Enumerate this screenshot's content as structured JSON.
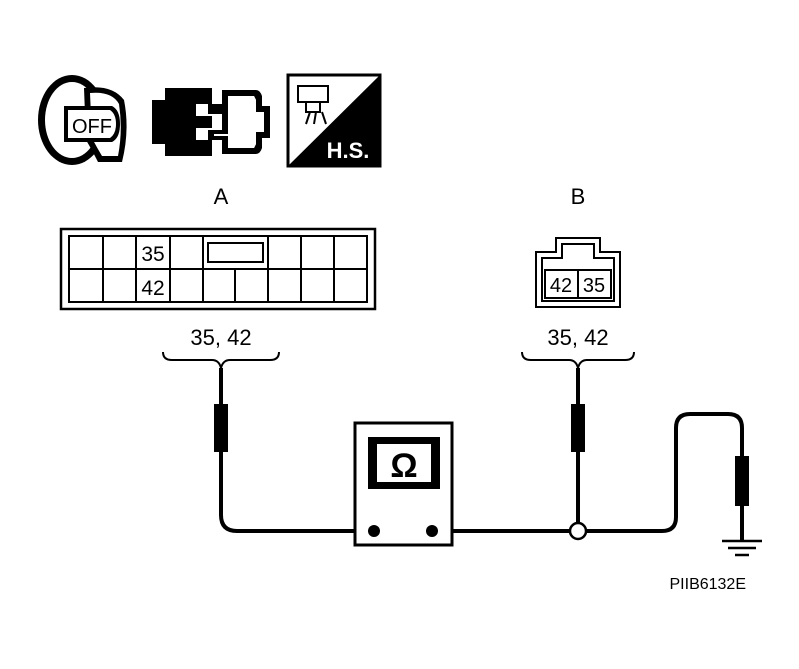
{
  "icons": {
    "ignition": {
      "name": "ignition-key-icon",
      "text": "OFF"
    },
    "connector": {
      "name": "disconnect-connector-icon"
    },
    "harness_side": {
      "name": "harness-side-icon",
      "text": "H.S."
    }
  },
  "connector_a": {
    "letter": "A",
    "pin_top": "35",
    "pin_bottom": "42",
    "terminals": "35, 42"
  },
  "connector_b": {
    "letter": "B",
    "pin_left": "42",
    "pin_right": "35",
    "terminals": "35, 42"
  },
  "meter": {
    "icon": "ohm-icon",
    "symbol": "Ω"
  },
  "ground": {
    "icon": "ground-icon"
  },
  "figure_code": "PIIB6132E",
  "colors": {
    "line": "#000000",
    "panel_dark": "#000000",
    "background": "#ffffff"
  }
}
